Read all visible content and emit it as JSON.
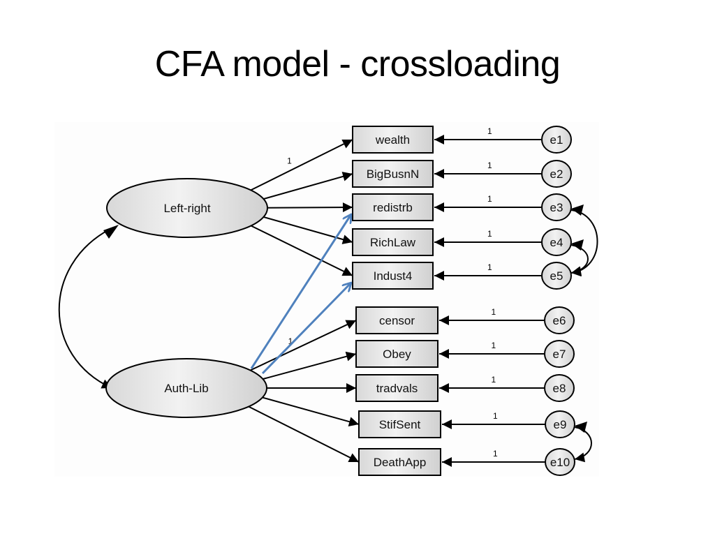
{
  "title": "CFA model - crossloading",
  "colors": {
    "crossloading_arrow": "#4f81bd",
    "path": "#000000",
    "node_fill": "#e2e2e2"
  },
  "latents": [
    {
      "id": "LR",
      "label": "Left-right"
    },
    {
      "id": "AL",
      "label": "Auth-Lib"
    }
  ],
  "indicators": [
    {
      "id": "wealth",
      "label": "wealth",
      "factor": "LR",
      "error": "e1",
      "loading_label": "1",
      "error_label": "1"
    },
    {
      "id": "BigBusnN",
      "label": "BigBusnN",
      "factor": "LR",
      "error": "e2",
      "loading_label": "",
      "error_label": "1"
    },
    {
      "id": "redistrb",
      "label": "redistrb",
      "factor": "LR",
      "error": "e3",
      "loading_label": "",
      "error_label": "1"
    },
    {
      "id": "RichLaw",
      "label": "RichLaw",
      "factor": "LR",
      "error": "e4",
      "loading_label": "",
      "error_label": "1"
    },
    {
      "id": "Indust4",
      "label": "Indust4",
      "factor": "LR",
      "error": "e5",
      "loading_label": "",
      "error_label": "1"
    },
    {
      "id": "censor",
      "label": "censor",
      "factor": "AL",
      "error": "e6",
      "loading_label": "1",
      "error_label": "1"
    },
    {
      "id": "Obey",
      "label": "Obey",
      "factor": "AL",
      "error": "e7",
      "loading_label": "",
      "error_label": "1"
    },
    {
      "id": "tradvals",
      "label": "tradvals",
      "factor": "AL",
      "error": "e8",
      "loading_label": "",
      "error_label": "1"
    },
    {
      "id": "StifSent",
      "label": "StifSent",
      "factor": "AL",
      "error": "e9",
      "loading_label": "",
      "error_label": "1"
    },
    {
      "id": "DeathApp",
      "label": "DeathApp",
      "factor": "AL",
      "error": "e10",
      "loading_label": "",
      "error_label": "1"
    }
  ],
  "crossloadings": [
    {
      "from": "AL",
      "to": "redistrb"
    },
    {
      "from": "AL",
      "to": "Indust4"
    }
  ],
  "covariances": [
    {
      "a": "LR",
      "b": "AL"
    },
    {
      "a": "e3",
      "b": "e5"
    },
    {
      "a": "e4",
      "b": "e5"
    },
    {
      "a": "e9",
      "b": "e10"
    }
  ]
}
